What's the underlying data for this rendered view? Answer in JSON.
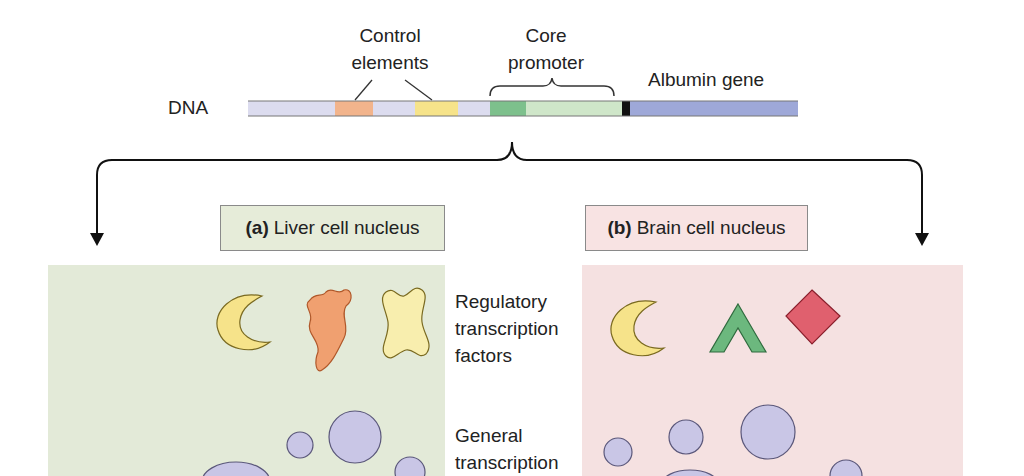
{
  "diagram": {
    "nodes": [
      {
        "text": [
          "(a)",
          "Liver cell nucleus"
        ]
      },
      {
        "text": [
          "(b)",
          "Brain cell nucleus"
        ]
      }
    ],
    "labels": [
      "Control elements",
      "Core promoter",
      "Albumin gene",
      "DNA",
      "Regulatory transcription factors",
      "General transcription"
    ]
  }
}
